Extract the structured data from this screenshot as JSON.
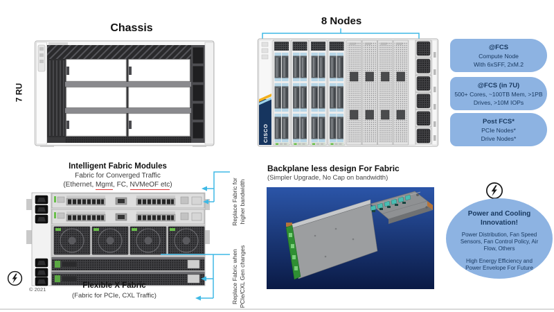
{
  "colors": {
    "callout_fill": "#8db3e2",
    "callout_text": "#17375e",
    "accent_cyan": "#3fb9e5",
    "brand_navy": "#16355f",
    "red_underline": "#e03131",
    "render_background": "#0a1a45"
  },
  "top_left": {
    "title": "Chassis",
    "size_label": "7 RU"
  },
  "top_right": {
    "title": "8 Nodes",
    "brand": "CISCO",
    "callouts": [
      {
        "title": "@FCS",
        "line1": "Compute Node",
        "line2": "With 6xSFF, 2xM.2"
      },
      {
        "title": "@FCS (in 7U)",
        "line1": "500+ Cores, ~100TB Mem, >1PB",
        "line2": "Drives, >10M IOPs"
      },
      {
        "title": "Post FCS*",
        "line1": "PCIe Nodes*",
        "line2": "Drive Nodes*"
      }
    ]
  },
  "bottom_left": {
    "title": "Intelligent Fabric Modules",
    "subtitle": "Fabric for Converged Traffic",
    "detail": {
      "prefix": "(Ethernet, ",
      "mgmt": "Mgmt",
      "mid": ", FC, ",
      "nvme": "NVMeOF etc",
      "suffix": ")"
    },
    "side_label_top_line1": "Replace Fabric for",
    "side_label_top_line2": "higher bandwidth",
    "side_label_bottom_line1": "Replace Fabric when",
    "side_label_bottom_line2": "PCIe/CXL Gen changes",
    "footer_title": "Flexible X Fabric",
    "footer_subtitle": "(Fabric for PCIe, CXL Traffic)",
    "copyright": "© 2021"
  },
  "bottom_middle": {
    "title": "Backplane less design For Fabric",
    "subtitle": "(Simpler Upgrade, No Cap on bandwidth)"
  },
  "bottom_right": {
    "title_line1": "Power and Cooling",
    "title_line2": "Innovation!",
    "body1": "Power Distribution, Fan Speed Sensors, Fan Control Policy, Air Flow, Others",
    "body2": "High Energy Efficiency and Power Envelope For Future"
  }
}
